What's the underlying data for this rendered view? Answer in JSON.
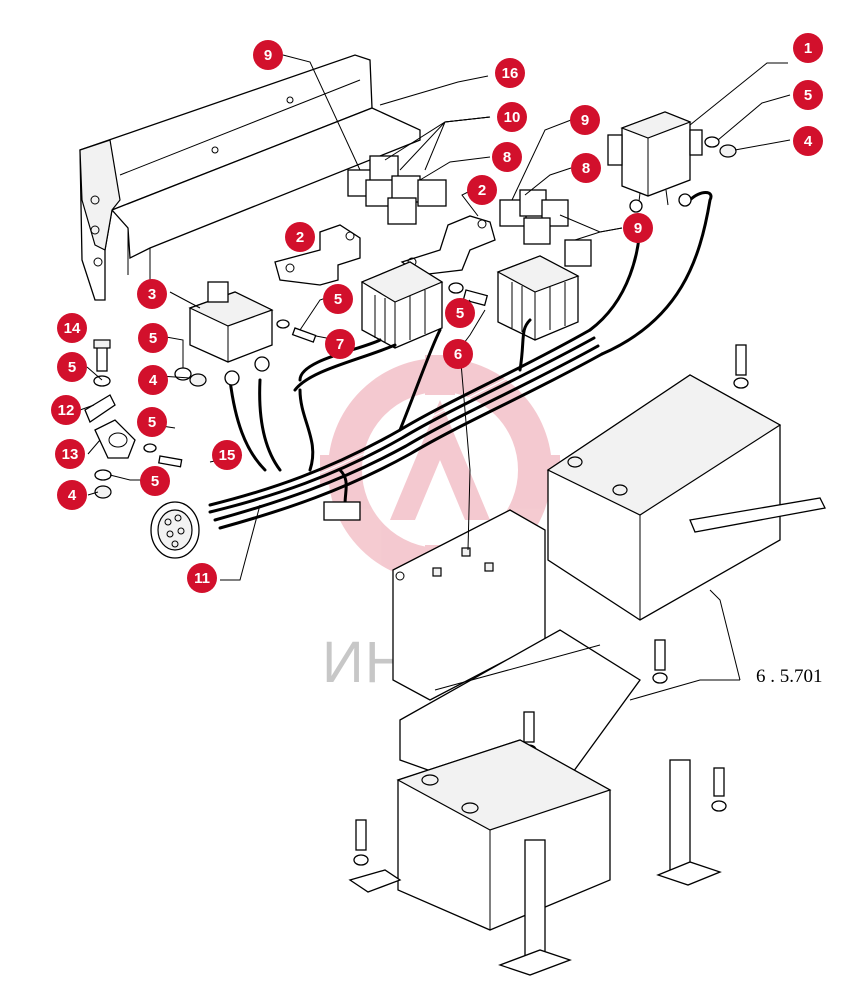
{
  "diagram": {
    "watermark_text": "ИНТЕХ",
    "reference_label": "6 . 5.701",
    "badge_color": "#d2102c",
    "callouts": [
      {
        "id": "c1",
        "label": "1"
      },
      {
        "id": "c5a",
        "label": "5"
      },
      {
        "id": "c4a",
        "label": "4"
      },
      {
        "id": "c9a",
        "label": "9"
      },
      {
        "id": "c16",
        "label": "16"
      },
      {
        "id": "c10",
        "label": "10"
      },
      {
        "id": "c8a",
        "label": "8"
      },
      {
        "id": "c9b",
        "label": "9"
      },
      {
        "id": "c8b",
        "label": "8"
      },
      {
        "id": "c2a",
        "label": "2"
      },
      {
        "id": "c2b",
        "label": "2"
      },
      {
        "id": "c9c",
        "label": "9"
      },
      {
        "id": "c3",
        "label": "3"
      },
      {
        "id": "c5b",
        "label": "5"
      },
      {
        "id": "c5c",
        "label": "5"
      },
      {
        "id": "c7",
        "label": "7"
      },
      {
        "id": "c6",
        "label": "6"
      },
      {
        "id": "c14",
        "label": "14"
      },
      {
        "id": "c5d",
        "label": "5"
      },
      {
        "id": "c4b",
        "label": "4"
      },
      {
        "id": "c5e",
        "label": "5"
      },
      {
        "id": "c12",
        "label": "12"
      },
      {
        "id": "c13",
        "label": "13"
      },
      {
        "id": "c5f",
        "label": "5"
      },
      {
        "id": "c15",
        "label": "15"
      },
      {
        "id": "c4c",
        "label": "4"
      },
      {
        "id": "c5g",
        "label": "5"
      },
      {
        "id": "c11",
        "label": "11"
      }
    ]
  }
}
